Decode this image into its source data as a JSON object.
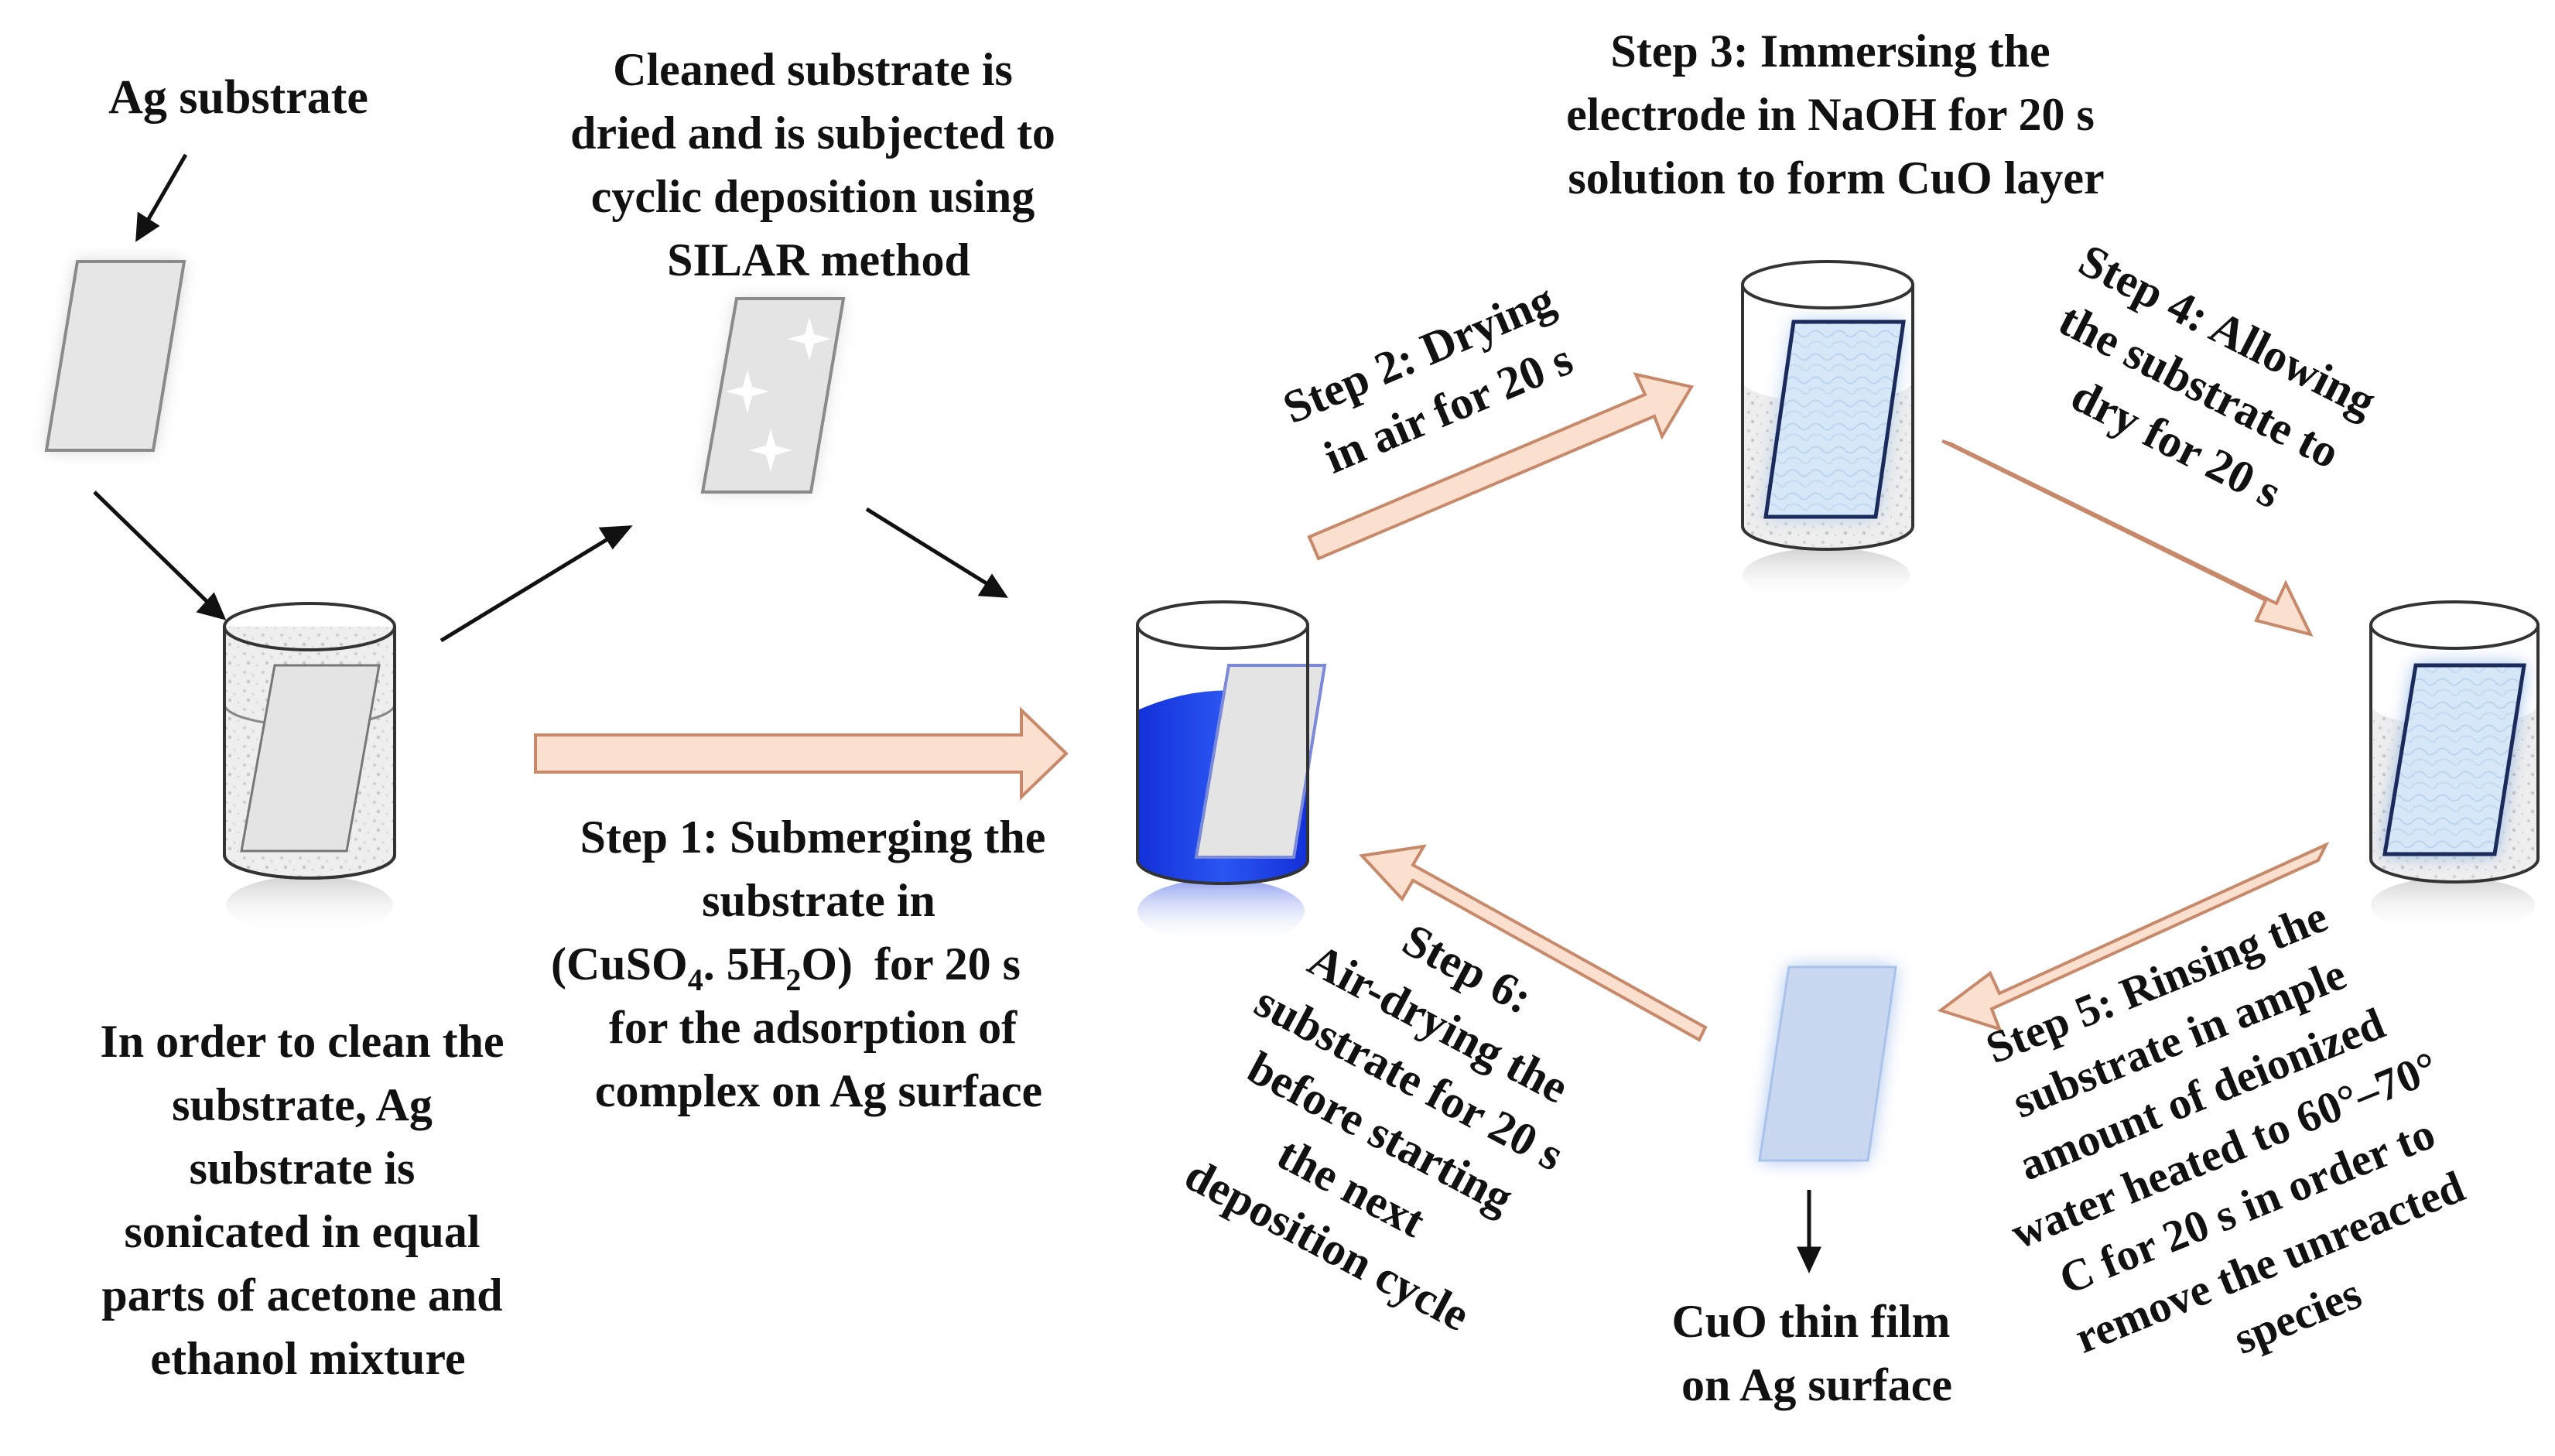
{
  "labels": {
    "ag_substrate": "Ag substrate",
    "cleaned": [
      "Cleaned substrate is",
      "dried and is subjected to",
      "cyclic deposition using",
      "SILAR method"
    ],
    "clean_desc": [
      "In order to clean the",
      "substrate, Ag",
      "substrate is",
      "sonicated in equal",
      "parts of acetone and",
      "ethanol mixture"
    ],
    "step1": {
      "line1": "Step 1: Submerging the",
      "line2": "substrate in",
      "formula_open": "(CuSO",
      "formula_sub1": "4",
      "formula_mid": ". 5H",
      "formula_sub2": "2",
      "formula_close": "O)",
      "formula_tail": "for 20 s",
      "line4": "for the adsorption of",
      "line5": "complex on Ag surface"
    },
    "step2": [
      "Step 2: Drying",
      "in air for 20 s"
    ],
    "step3": [
      "Step 3: Immersing the",
      "electrode in NaOH for 20 s",
      "solution to form CuO layer"
    ],
    "step4": [
      "Step 4: Allowing",
      "the substrate to",
      "dry for 20 s"
    ],
    "step5": [
      "Step 5: Rinsing the",
      "substrate in ample",
      "amount of deionized",
      "water heated to 60°–70°",
      "C for 20 s in order to",
      "remove the unreacted",
      "species"
    ],
    "step6": [
      "Step 6:",
      "Air-drying the",
      "substrate for 20 s",
      "before starting",
      "the next",
      "deposition cycle"
    ],
    "cuo_film": [
      "CuO thin film",
      "on Ag surface"
    ]
  },
  "colors": {
    "arrow_fill": "#fbe0d0",
    "arrow_stroke": "#c8896a",
    "cuso4_blue": "#1d3fe0",
    "naoh_blue": "#d2e4f6",
    "substrate_gray": "#e6e6e6",
    "cuo_film": "#c9d8f0"
  }
}
